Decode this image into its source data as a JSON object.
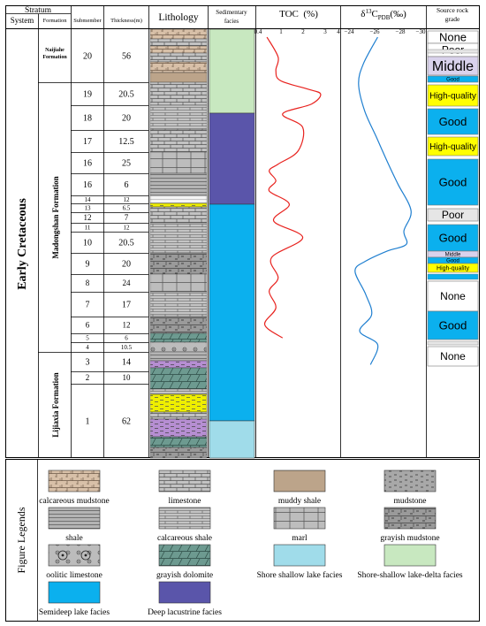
{
  "header": {
    "stratum": "Stratum",
    "system": "System",
    "formation": "Formation",
    "submember": "Submember",
    "thickness": "Thickness(m)",
    "lithology": "Lithology",
    "facies_line1": "Sedimentary",
    "facies_line2": "facies",
    "toc": "TOC  (%)",
    "d13c_delta": "δ",
    "d13c_sup": "13",
    "d13c_c": "C",
    "d13c_sub": "PDB",
    "d13c_unit": "(‰)",
    "grade_line1": "Source rock",
    "grade_line2": "grade"
  },
  "system_name": "Early Cretaceous",
  "formations": [
    "Naijiahe Formation",
    "Madongshan Formation",
    "Lijiaxia Formation"
  ],
  "submembers": [
    {
      "id": "20",
      "thickness": "56"
    },
    {
      "id": "19",
      "thickness": "20.5"
    },
    {
      "id": "18",
      "thickness": "20"
    },
    {
      "id": "17",
      "thickness": "12.5"
    },
    {
      "id": "16",
      "thickness": "25"
    },
    {
      "id": "16",
      "thickness": "6"
    },
    {
      "id": "14",
      "thickness": "12"
    },
    {
      "id": "13",
      "thickness": "6.5"
    },
    {
      "id": "12",
      "thickness": "7"
    },
    {
      "id": "11",
      "thickness": "12"
    },
    {
      "id": "10",
      "thickness": "20.5"
    },
    {
      "id": "9",
      "thickness": "20"
    },
    {
      "id": "8",
      "thickness": "24"
    },
    {
      "id": "7",
      "thickness": "17"
    },
    {
      "id": "6",
      "thickness": "12"
    },
    {
      "id": "5",
      "thickness": "6"
    },
    {
      "id": "4",
      "thickness": "10.5"
    },
    {
      "id": "3",
      "thickness": "14"
    },
    {
      "id": "2",
      "thickness": "10"
    },
    {
      "id": "1",
      "thickness": "62"
    }
  ],
  "toc_axis": {
    "ticks": [
      "0.4",
      "1",
      "2",
      "3",
      "4"
    ],
    "min": 0.4,
    "max": 4,
    "curve_color": "#e8221e"
  },
  "d13c_axis": {
    "ticks": [
      "−24",
      "−26",
      "−28",
      "−30"
    ],
    "min": -24,
    "max": -30,
    "curve_color": "#1f7fd0"
  },
  "toc_curve": [
    [
      0.8,
      0
    ],
    [
      1.3,
      0.06
    ],
    [
      1.2,
      0.1
    ],
    [
      1.4,
      0.13
    ],
    [
      2.6,
      0.155
    ],
    [
      3.2,
      0.17
    ],
    [
      2.8,
      0.2
    ],
    [
      1.5,
      0.23
    ],
    [
      2.4,
      0.27
    ],
    [
      2.2,
      0.34
    ],
    [
      1.3,
      0.38
    ],
    [
      0.9,
      0.4
    ],
    [
      1.2,
      0.43
    ],
    [
      0.9,
      0.46
    ],
    [
      1.8,
      0.5
    ],
    [
      1.1,
      0.55
    ],
    [
      2.4,
      0.6
    ],
    [
      1.0,
      0.66
    ],
    [
      1.3,
      0.72
    ],
    [
      0.9,
      0.76
    ],
    [
      1.2,
      0.81
    ],
    [
      0.7,
      0.86
    ],
    [
      1.5,
      0.9
    ]
  ],
  "d13c_curve": [
    [
      -26.4,
      0
    ],
    [
      -25.2,
      0.08
    ],
    [
      -24.8,
      0.14
    ],
    [
      -25.3,
      0.22
    ],
    [
      -26.3,
      0.3
    ],
    [
      -27.3,
      0.38
    ],
    [
      -28.1,
      0.44
    ],
    [
      -29.2,
      0.52
    ],
    [
      -28.6,
      0.58
    ],
    [
      -28.8,
      0.62
    ],
    [
      -27.2,
      0.64
    ],
    [
      -25.4,
      0.67
    ],
    [
      -24.5,
      0.7
    ],
    [
      -25.4,
      0.77
    ],
    [
      -25.9,
      0.83
    ],
    [
      -24.9,
      0.88
    ],
    [
      -26.4,
      0.92
    ],
    [
      -25.8,
      0.98
    ]
  ],
  "grades": [
    "None",
    "Poor",
    "Middle",
    "Good",
    "High-quality",
    "Good",
    "High-quality",
    "Good",
    "Poor",
    "Good",
    "Middle",
    "Good",
    "High-quality",
    "None",
    "Good",
    "None"
  ],
  "grade_colors": {
    "none": "#ffffff",
    "poor": "#e6e6e6",
    "middle": "#d9d2ec",
    "good": "#0bb0ee",
    "hq": "#ffff00"
  },
  "facies_colors": {
    "shore_delta": "#c8e8c0",
    "deep": "#5a55aa",
    "semideep": "#0bb0ee",
    "shore": "#a0dcea"
  },
  "legend_title": "Figure Legends",
  "legend": [
    "calcareous mudstone",
    "limestone",
    "muddy shale",
    "mudstone",
    "shale",
    "calcareous shale",
    "marl",
    "grayish mudstone",
    "oolitic limestone",
    "grayish dolomite",
    "Shore shallow lake facies",
    "Shore-shallow lake-delta facies",
    "Semideep lake facies",
    "Deep lacustrine facies"
  ]
}
